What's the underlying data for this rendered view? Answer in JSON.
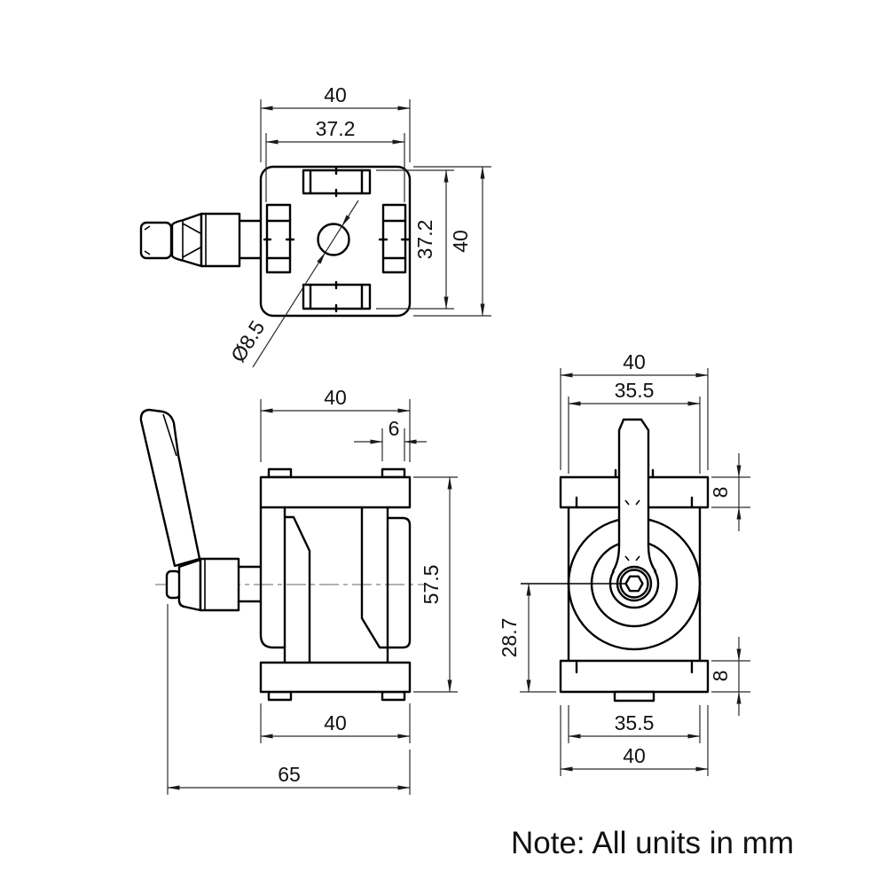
{
  "note": {
    "text": "Note: All units in mm"
  },
  "top_view": {
    "dim_width_outer": "40",
    "dim_width_inner": "37.2",
    "dim_height_inner": "37.2",
    "dim_height_outer": "40",
    "dim_hole_diameter": "Ø8.5"
  },
  "front_view": {
    "dim_width_top": "40",
    "dim_tab_width": "6",
    "dim_height": "57.5",
    "dim_width_bottom": "40",
    "dim_overall_length": "65"
  },
  "side_view": {
    "dim_width_top_outer": "40",
    "dim_width_top_inner": "35.5",
    "dim_flange_top_thickness": "8",
    "dim_center_to_bottom": "28.7",
    "dim_flange_bottom_thickness": "8",
    "dim_width_bottom_inner": "35.5",
    "dim_width_bottom_outer": "40"
  },
  "colors": {
    "line": "#000000",
    "dimension_line": "#2b2b2b",
    "background": "#ffffff"
  }
}
